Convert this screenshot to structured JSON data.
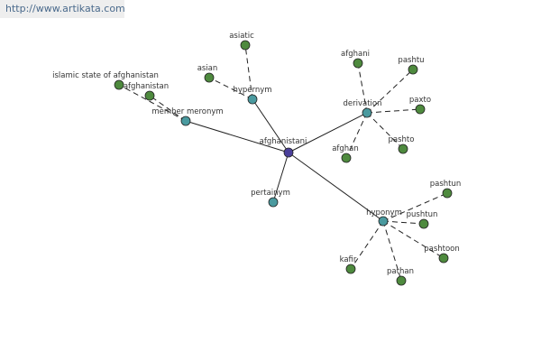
{
  "watermark": "http://www.artikata.com",
  "colors": {
    "center": "#4a3f9a",
    "relation": "#4a9a9f",
    "term": "#4e8a3e",
    "edge": "#222222"
  },
  "center": {
    "id": "afghanistani",
    "label": "afghanistani"
  },
  "relations": [
    {
      "id": "member-meronym",
      "label": "member meronym"
    },
    {
      "id": "hypernym",
      "label": "hypernym"
    },
    {
      "id": "derivation",
      "label": "derivation"
    },
    {
      "id": "pertainym",
      "label": "pertainym"
    },
    {
      "id": "hyponym",
      "label": "hyponym"
    }
  ],
  "terms": [
    {
      "id": "islamic-state-of-afghanistan",
      "label": "islamic state of afghanistan",
      "relation": "member-meronym"
    },
    {
      "id": "afghanistan",
      "label": "afghanistan",
      "relation": "member-meronym"
    },
    {
      "id": "asiatic",
      "label": "asiatic",
      "relation": "hypernym"
    },
    {
      "id": "asian",
      "label": "asian",
      "relation": "hypernym"
    },
    {
      "id": "afghani",
      "label": "afghani",
      "relation": "derivation"
    },
    {
      "id": "pashtu",
      "label": "pashtu",
      "relation": "derivation"
    },
    {
      "id": "paxto",
      "label": "paxto",
      "relation": "derivation"
    },
    {
      "id": "pashto",
      "label": "pashto",
      "relation": "derivation"
    },
    {
      "id": "afghan",
      "label": "afghan",
      "relation": "derivation"
    },
    {
      "id": "pashtun",
      "label": "pashtun",
      "relation": "hyponym"
    },
    {
      "id": "pushtun",
      "label": "pushtun",
      "relation": "hyponym"
    },
    {
      "id": "pashtoon",
      "label": "pashtoon",
      "relation": "hyponym"
    },
    {
      "id": "pathan",
      "label": "pathan",
      "relation": "hyponym"
    },
    {
      "id": "kafir",
      "label": "kafir",
      "relation": "hyponym"
    }
  ]
}
